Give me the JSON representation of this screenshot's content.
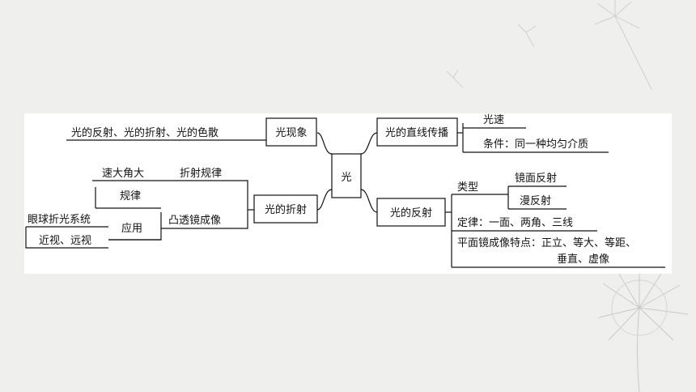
{
  "center": {
    "label": "光"
  },
  "left": {
    "phenomena": {
      "label": "光现象",
      "child": "光的反射、光的折射、光的色散"
    },
    "refraction": {
      "label": "光的折射",
      "law": {
        "label": "折射规律",
        "child": "速大角大"
      },
      "lens": {
        "label": "凸透镜成像",
        "rule": "规律",
        "application": {
          "label": "应用",
          "children": [
            "眼球折光系统",
            "近视、远视"
          ]
        }
      }
    }
  },
  "right": {
    "straight": {
      "label": "光的直线传播",
      "speed": "光速",
      "condition": "条件：同一种均匀介质"
    },
    "reflection": {
      "label": "光的反射",
      "types": {
        "label": "类型",
        "children": [
          "镜面反射",
          "漫反射"
        ]
      },
      "law": "定律：一面、两角、三线",
      "mirror": [
        "平面镜成像特点：正立、等大、等距、",
        "垂直、虚像"
      ]
    }
  },
  "colors": {
    "background": "#efefed",
    "panel": "#ffffff",
    "stroke": "#111111",
    "decoration": "#c9c9c7"
  }
}
